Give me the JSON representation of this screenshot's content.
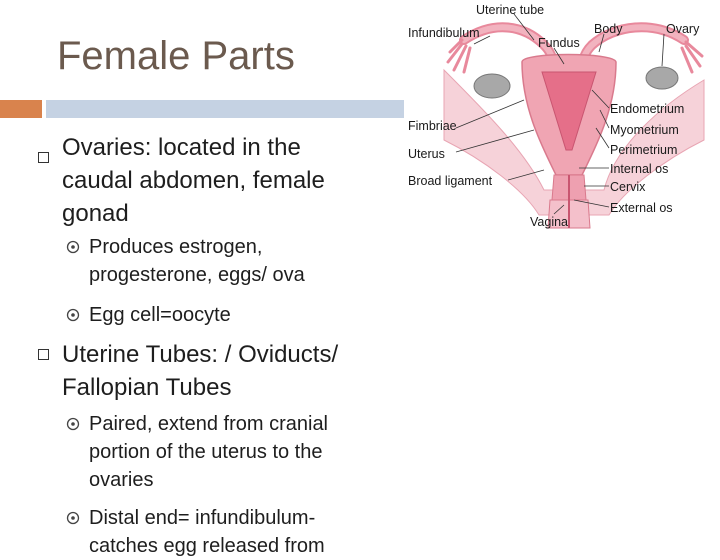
{
  "slide": {
    "title": "Female Parts",
    "bullets": [
      {
        "text_lines": [
          "Ovaries: located in the",
          "caudal abdomen, female",
          "gonad"
        ],
        "sub": [
          {
            "text_lines": [
              "Produces estrogen,",
              "progesterone, eggs/ ova"
            ]
          },
          {
            "text_lines": [
              "Egg cell=oocyte"
            ]
          }
        ]
      },
      {
        "text_lines": [
          "Uterine Tubes: / Oviducts/",
          "Fallopian Tubes"
        ],
        "sub": [
          {
            "text_lines": [
              "Paired, extend from cranial",
              "portion of the uterus to the",
              "ovaries"
            ]
          },
          {
            "text_lines": [
              "Distal end= infundibulum-",
              "catches egg released from"
            ]
          }
        ]
      }
    ]
  },
  "diagram": {
    "labels": {
      "uterine_tube": "Uterine tube",
      "infundibulum": "Infundibulum",
      "body": "Body",
      "ovary": "Ovary",
      "fundus": "Fundus",
      "endometrium": "Endometrium",
      "fimbriae": "Fimbriae",
      "myometrium": "Myometrium",
      "perimetrium": "Perimetrium",
      "uterus": "Uterus",
      "internal_os": "Internal os",
      "broad_ligament": "Broad ligament",
      "cervix": "Cervix",
      "external_os": "External os",
      "vagina": "Vagina"
    }
  },
  "colors": {
    "title": "#6b5a4e",
    "accent_orange": "#d9834d",
    "accent_blue": "#c5d2e3",
    "tissue_pink": "#f2b3bf",
    "tissue_dark": "#e8899c"
  }
}
